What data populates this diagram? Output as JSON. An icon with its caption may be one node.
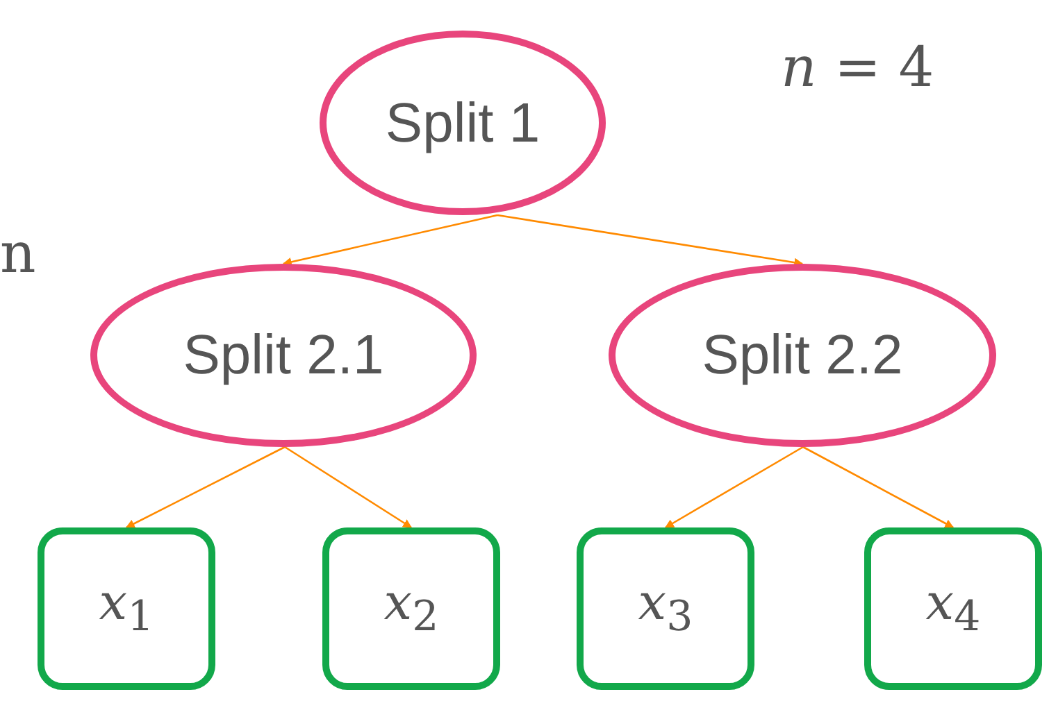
{
  "diagram": {
    "nodes": [
      {
        "text": [
          "Split 1"
        ]
      },
      {
        "text": [
          "Split 2.1"
        ]
      },
      {
        "text": [
          "Split 2.2"
        ]
      },
      {
        "text": [
          "*x*$_{1}$"
        ]
      },
      {
        "text": [
          "*x*$_{2}$"
        ]
      },
      {
        "text": [
          "*x*$_{3}$"
        ]
      },
      {
        "text": [
          "*x*$_{4}$"
        ]
      }
    ],
    "edges": [
      {
        "from": 0,
        "to": 1,
        "arrow": "to"
      },
      {
        "from": 0,
        "to": 2,
        "arrow": "to"
      },
      {
        "from": 1,
        "to": 3,
        "arrow": "to"
      },
      {
        "from": 1,
        "to": 4,
        "arrow": "to"
      },
      {
        "from": 2,
        "to": 5,
        "arrow": "to"
      },
      {
        "from": 2,
        "to": 6,
        "arrow": "to"
      }
    ],
    "labels": [
      "*n* = 4",
      "n"
    ]
  }
}
